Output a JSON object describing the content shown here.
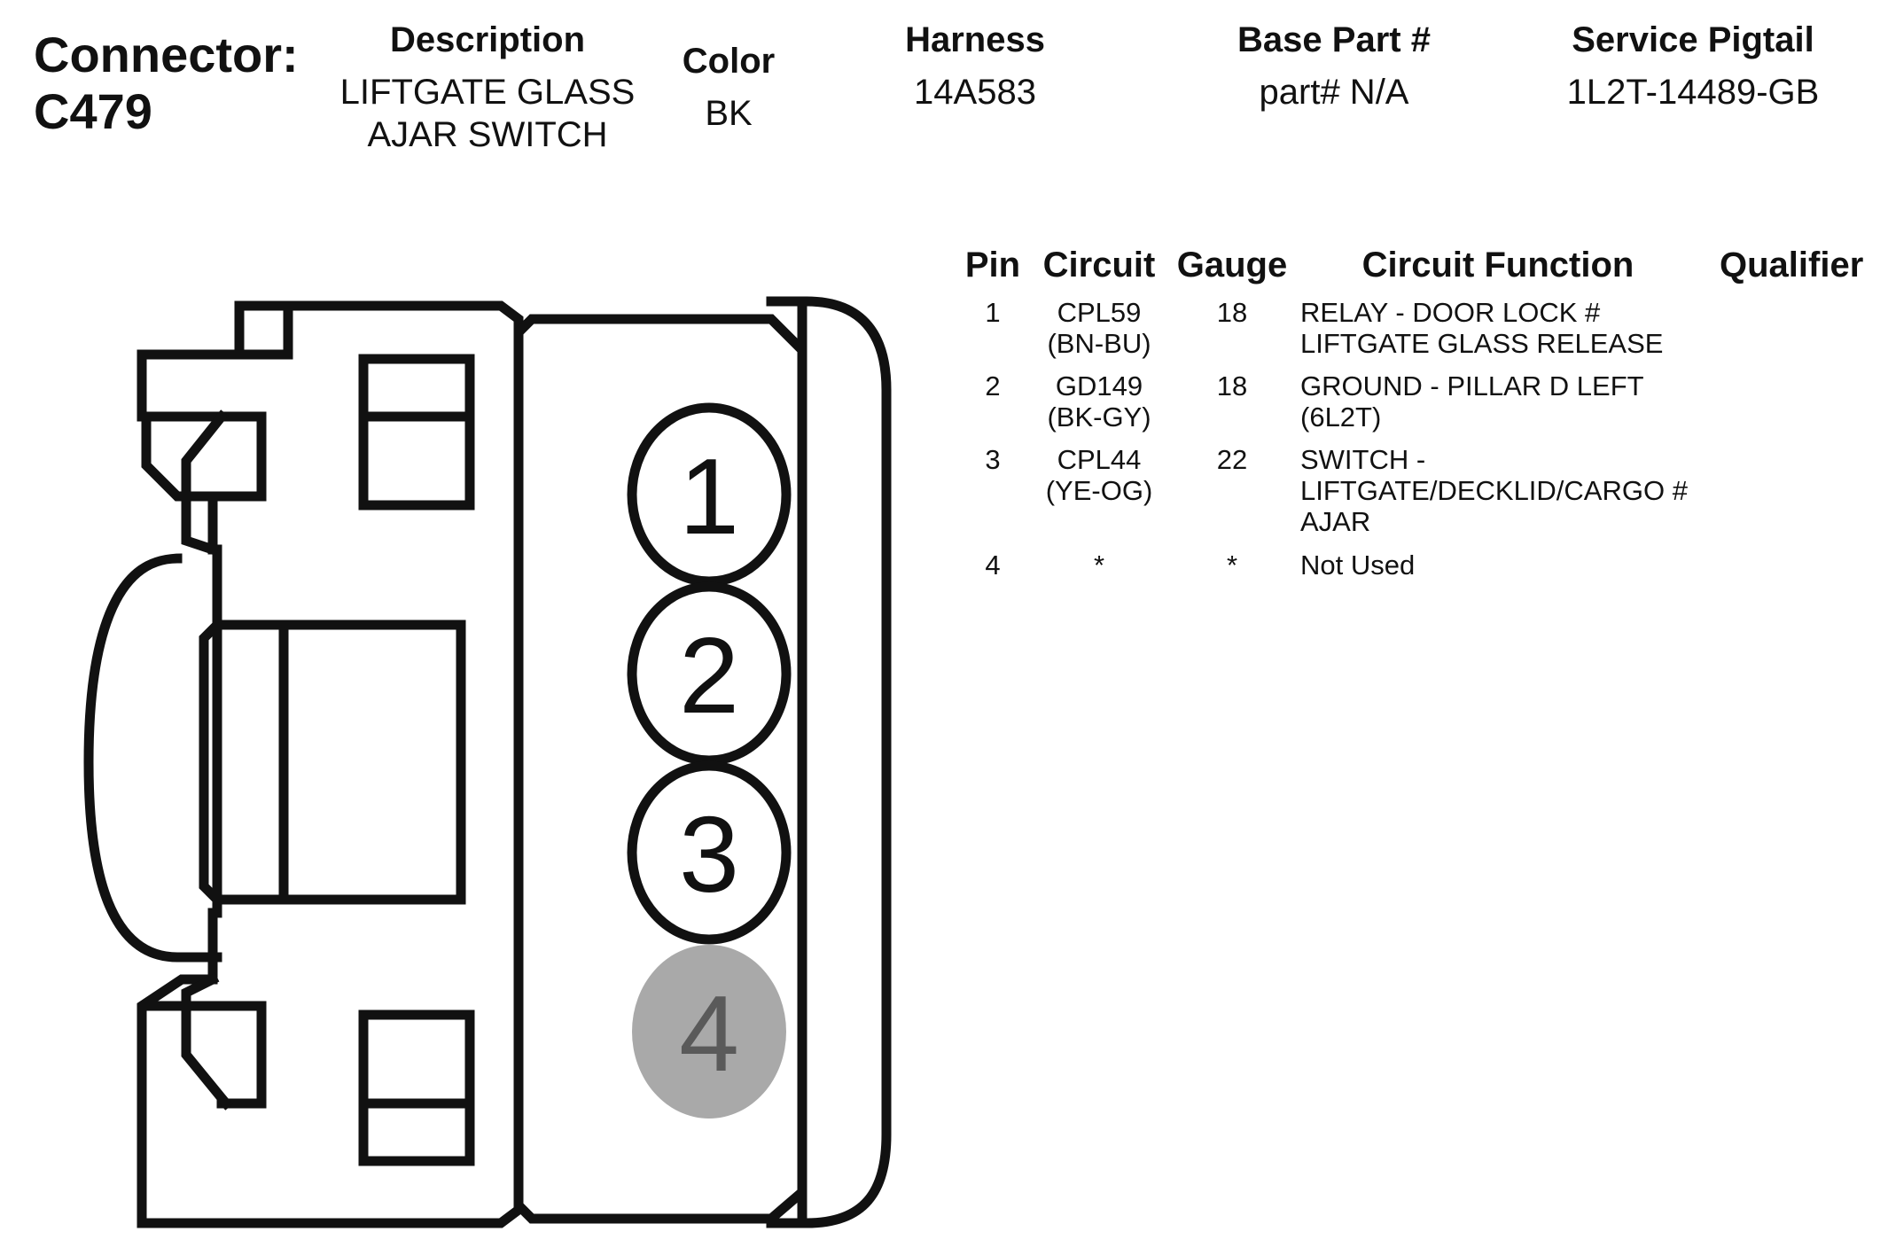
{
  "connector": {
    "title": "Connector:\nC479"
  },
  "header": {
    "description_label": "Description",
    "description_value": "LIFTGATE GLASS\nAJAR SWITCH",
    "color_label": "Color",
    "color_value": "BK",
    "harness_label": "Harness",
    "harness_value": "14A583",
    "base_part_label": "Base Part #",
    "base_part_value": "part# N/A",
    "pigtail_label": "Service Pigtail",
    "pigtail_value": "1L2T-14489-GB"
  },
  "diagram": {
    "cavities": [
      "1",
      "2",
      "3",
      "4"
    ],
    "unused_cavity": "4",
    "unused_fill": "#a9a9a9",
    "outline_color": "#111111"
  },
  "table": {
    "headers": {
      "pin": "Pin",
      "circuit": "Circuit",
      "gauge": "Gauge",
      "function": "Circuit Function",
      "qualifier": "Qualifier"
    },
    "rows": [
      {
        "pin": "1",
        "circuit": "CPL59\n(BN-BU)",
        "gauge": "18",
        "function": "RELAY - DOOR LOCK #\nLIFTGATE GLASS RELEASE"
      },
      {
        "pin": "2",
        "circuit": "GD149\n(BK-GY)",
        "gauge": "18",
        "function": "GROUND - PILLAR D LEFT\n(6L2T)"
      },
      {
        "pin": "3",
        "circuit": "CPL44\n(YE-OG)",
        "gauge": "22",
        "function": "SWITCH -\nLIFTGATE/DECKLID/CARGO #\nAJAR"
      },
      {
        "pin": "4",
        "circuit": "*",
        "gauge": "*",
        "function": "Not Used"
      }
    ]
  }
}
